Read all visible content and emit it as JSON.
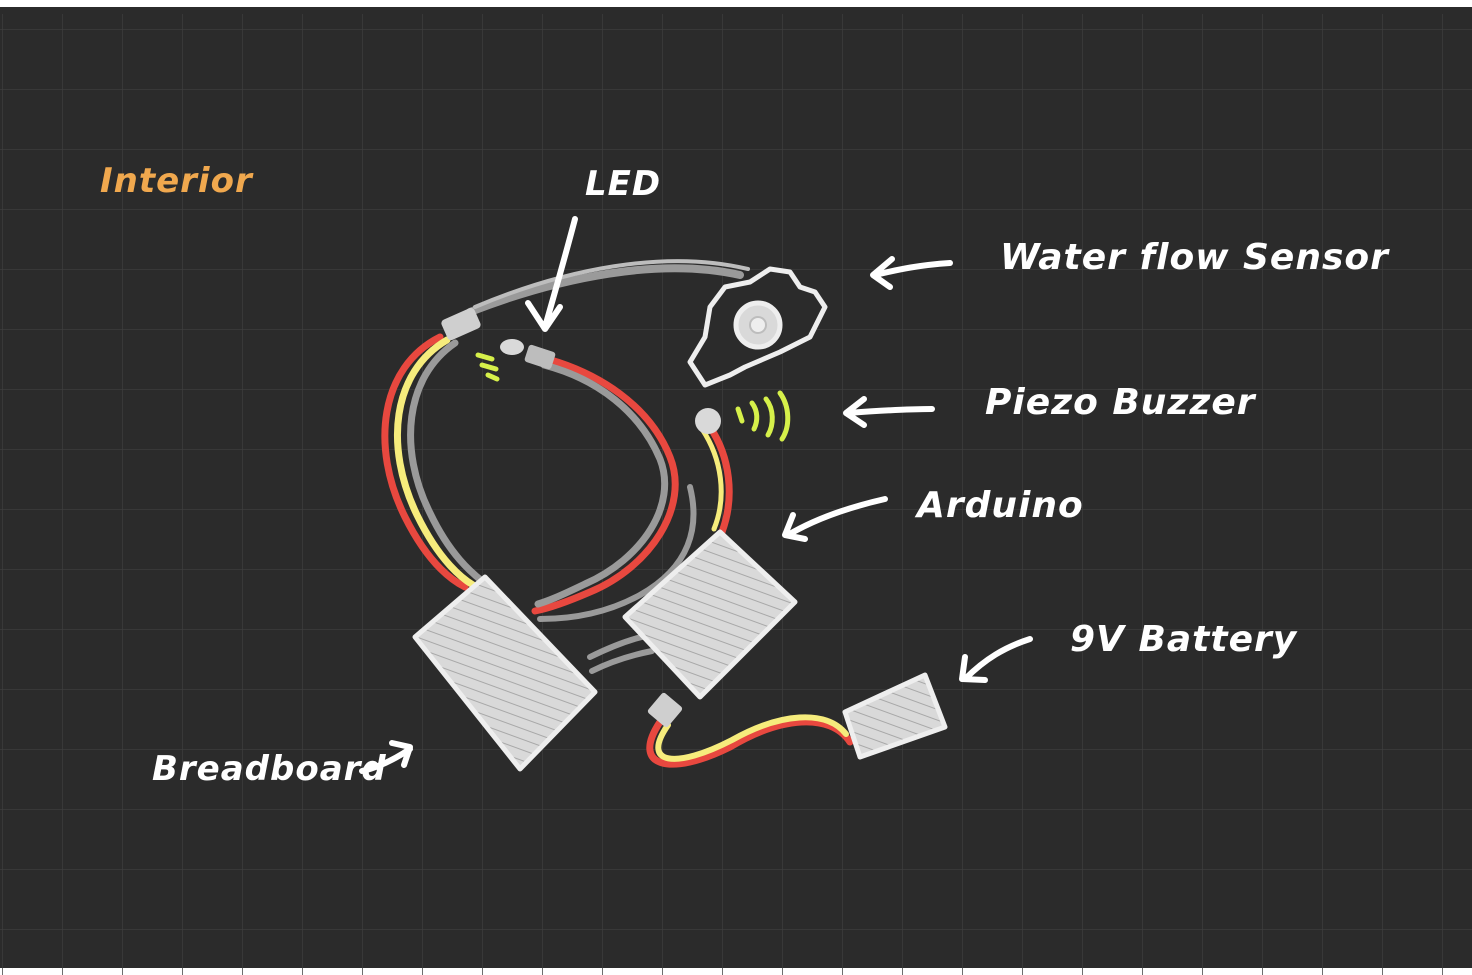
{
  "title": "Interior",
  "labels": {
    "led": "LED",
    "water_flow_sensor": "Water flow Sensor",
    "piezo_buzzer": "Piezo Buzzer",
    "arduino": "Arduino",
    "battery": "9V Battery",
    "breadboard": "Breadboard"
  },
  "colors": {
    "background": "#2b2b2b",
    "grid": "#3d3d3d",
    "title": "#f0a84e",
    "text": "#ffffff",
    "component": "#d9d9d9",
    "wire_red": "#e8483f",
    "wire_yellow": "#f6ec7c",
    "wire_gray": "#9a9a9a",
    "glow": "#d6f04a"
  }
}
